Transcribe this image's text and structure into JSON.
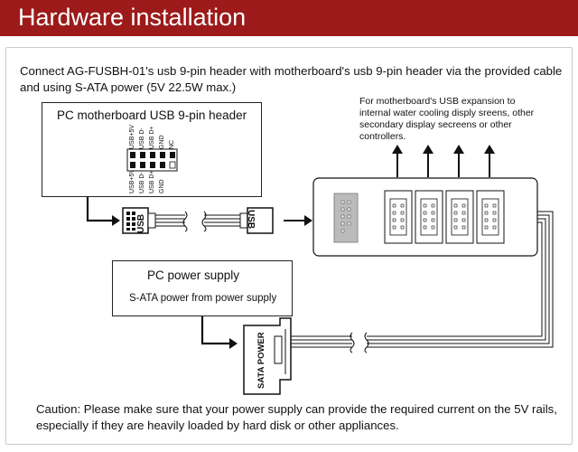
{
  "header": {
    "title": "Hardware installation"
  },
  "intro_text": "Connect AG-FUSBH-01's usb 9-pin header with motherboard's usb 9-pin header via the provided cable and using S-ATA power (5V 22.5W max.)",
  "motherboard": {
    "title": "PC motherboard USB 9-pin header",
    "top_pins": [
      "USB+5V",
      "USB D-",
      "USB D+",
      "GND",
      "NC"
    ],
    "bottom_pins": [
      "USB+5V",
      "USB D-",
      "USB D+",
      "GND"
    ]
  },
  "cable": {
    "left_label": "USB",
    "right_label": "USB"
  },
  "expansion_note": "For motherboard's USB expansion to internal water cooling disply sreens, other secondary display secreens or other controllers.",
  "power_supply": {
    "title": "PC power supply",
    "subtitle": "S-ATA power from power supply"
  },
  "sata": {
    "label": "SATA POWER"
  },
  "caution_text": "Caution: Please make sure that your power supply can provide the required current on the 5V rails, especially if they are heavily loaded by hard disk or other appliances.",
  "colors": {
    "header_bg": "#9c1a1a",
    "header_text": "#ffffff"
  }
}
